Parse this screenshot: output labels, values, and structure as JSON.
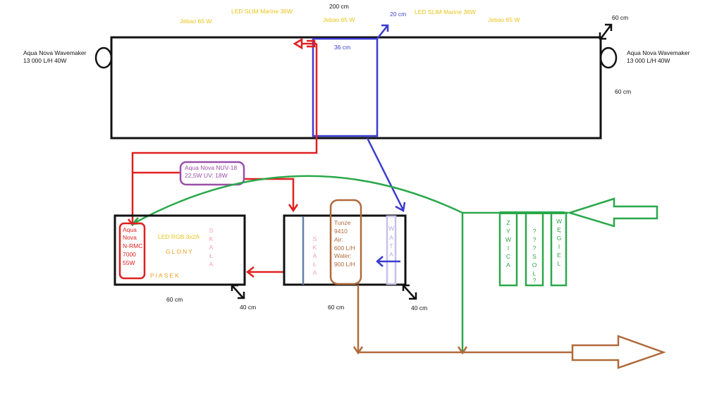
{
  "labels": {
    "wavemaker_left_1": "Aqua Nova Wavemaker",
    "wavemaker_left_2": "13 000 L/H 40W",
    "wavemaker_right_1": "Aqua Nova Wavemaker",
    "wavemaker_right_2": "13 000 L/H 40W",
    "len_200": "200 cm",
    "jebao_1": "Jebao 65 W",
    "led_slim_1": "LED SLIM Marine 36W",
    "jebao_2": "Jebao 65 W",
    "led_slim_2": "LED SLIM Marine 36W",
    "jebao_3": "Jebao 65 W",
    "depth_20": "20 cm",
    "len_36": "36 cm",
    "depth_60_top": "60 cm",
    "height_60_main": "60 cm",
    "uv_1": "Aqua Nova NUV-18",
    "uv_2": "22,5W UV: 18W",
    "reactor": [
      "Aqua",
      "Nova",
      "N-RMC",
      "7000",
      "55W"
    ],
    "led_rgb": "LED RGB 3x2A",
    "glony": "GLONY",
    "skala_left": [
      "S",
      "K",
      "A",
      "Ł",
      "A"
    ],
    "piasek": "PIASEK",
    "refugium_len": "60 cm",
    "refugium_depth": "40 cm",
    "skala_mid": [
      "S",
      "K",
      "A",
      "Ł",
      "A"
    ],
    "tunze": [
      "Tunze",
      "9410",
      "Air:",
      "600 L/H",
      "Water:",
      "900 L/H"
    ],
    "wata": [
      "W",
      "A",
      "T",
      "A"
    ],
    "sump_len": "60 cm",
    "sump_depth": "40 cm",
    "filter_1": [
      "Ż",
      "Y",
      "W",
      "I",
      "C",
      "A"
    ],
    "filter_2": [
      "?",
      "?",
      "?",
      "S",
      "O",
      "L",
      "?"
    ],
    "filter_3": [
      "W",
      "Ę",
      "G",
      "I",
      "E",
      "L"
    ]
  },
  "colors": {
    "black": "#111111",
    "red": "#e02020",
    "blue": "#3b3bd0",
    "green": "#2aa84a",
    "brown": "#b06a3c",
    "purple": "#9b4fa8",
    "steel": "#6080a8",
    "lavender": "#c8c0e8",
    "yellow": "#e8c41a",
    "pink": "#f0a0a8",
    "orange": "#f0a020"
  }
}
